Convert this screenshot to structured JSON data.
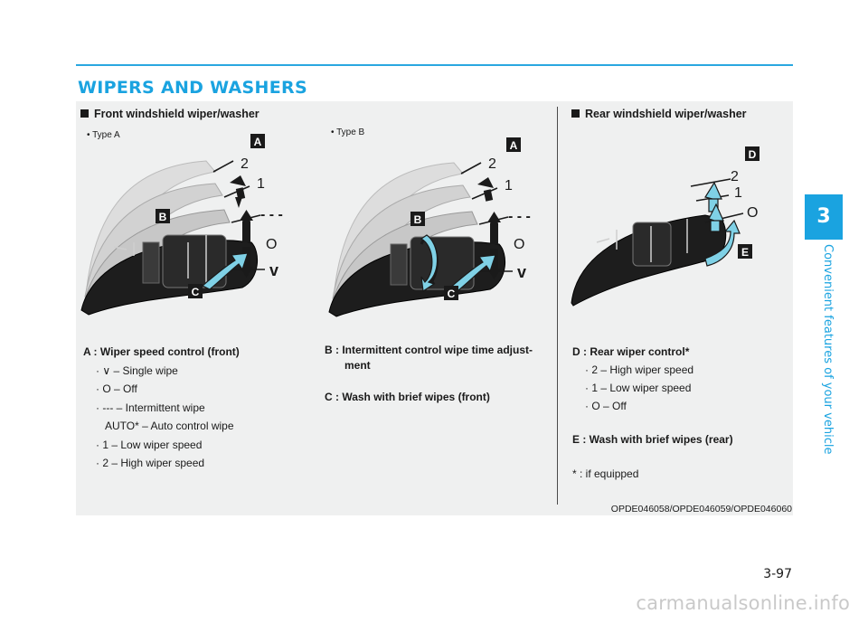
{
  "header": {
    "section_title": "WIPERS AND WASHERS"
  },
  "front": {
    "heading": "Front windshield wiper/washer",
    "type_a": "• Type A",
    "type_b": "• Type B",
    "markers": {
      "a": "A",
      "b": "B",
      "c": "C"
    },
    "positions": {
      "p2": "2",
      "p1": "1",
      "int": "- - -",
      "off": "O",
      "single": "v"
    }
  },
  "rear": {
    "heading": "Rear windshield wiper/washer",
    "markers": {
      "d": "D",
      "e": "E"
    },
    "positions": {
      "p2": "2",
      "p1": "1",
      "off": "O"
    }
  },
  "legend_a": {
    "title": "A : Wiper speed control (front)",
    "items": [
      "· ∨ – Single wipe",
      "· O  – Off",
      "· --- – Intermittent wipe",
      "AUTO* – Auto control wipe",
      "· 1 – Low wiper speed",
      "· 2  – High wiper speed"
    ]
  },
  "legend_b": {
    "b_title": "B : Intermittent control wipe time adjust-",
    "b_cont": "ment",
    "c_title": "C : Wash with brief wipes (front)"
  },
  "legend_d": {
    "title": "D : Rear wiper control*",
    "items": [
      "· 2 – High wiper speed",
      "· 1 – Low wiper speed",
      "· O  – Off"
    ],
    "e_title": "E : Wash with brief wipes (rear)",
    "footnote": "* : if equipped"
  },
  "image_code": "OPDE046058/OPDE046059/OPDE046060",
  "side": {
    "chapter_num": "3",
    "chapter_title": "Convenient features of your vehicle"
  },
  "page_number": "3-97",
  "watermark": "carmanualsonline.info",
  "colors": {
    "accent": "#1aa3e0",
    "arrow_teal": "#7fd1e6",
    "marker": "#1a1a1a"
  }
}
